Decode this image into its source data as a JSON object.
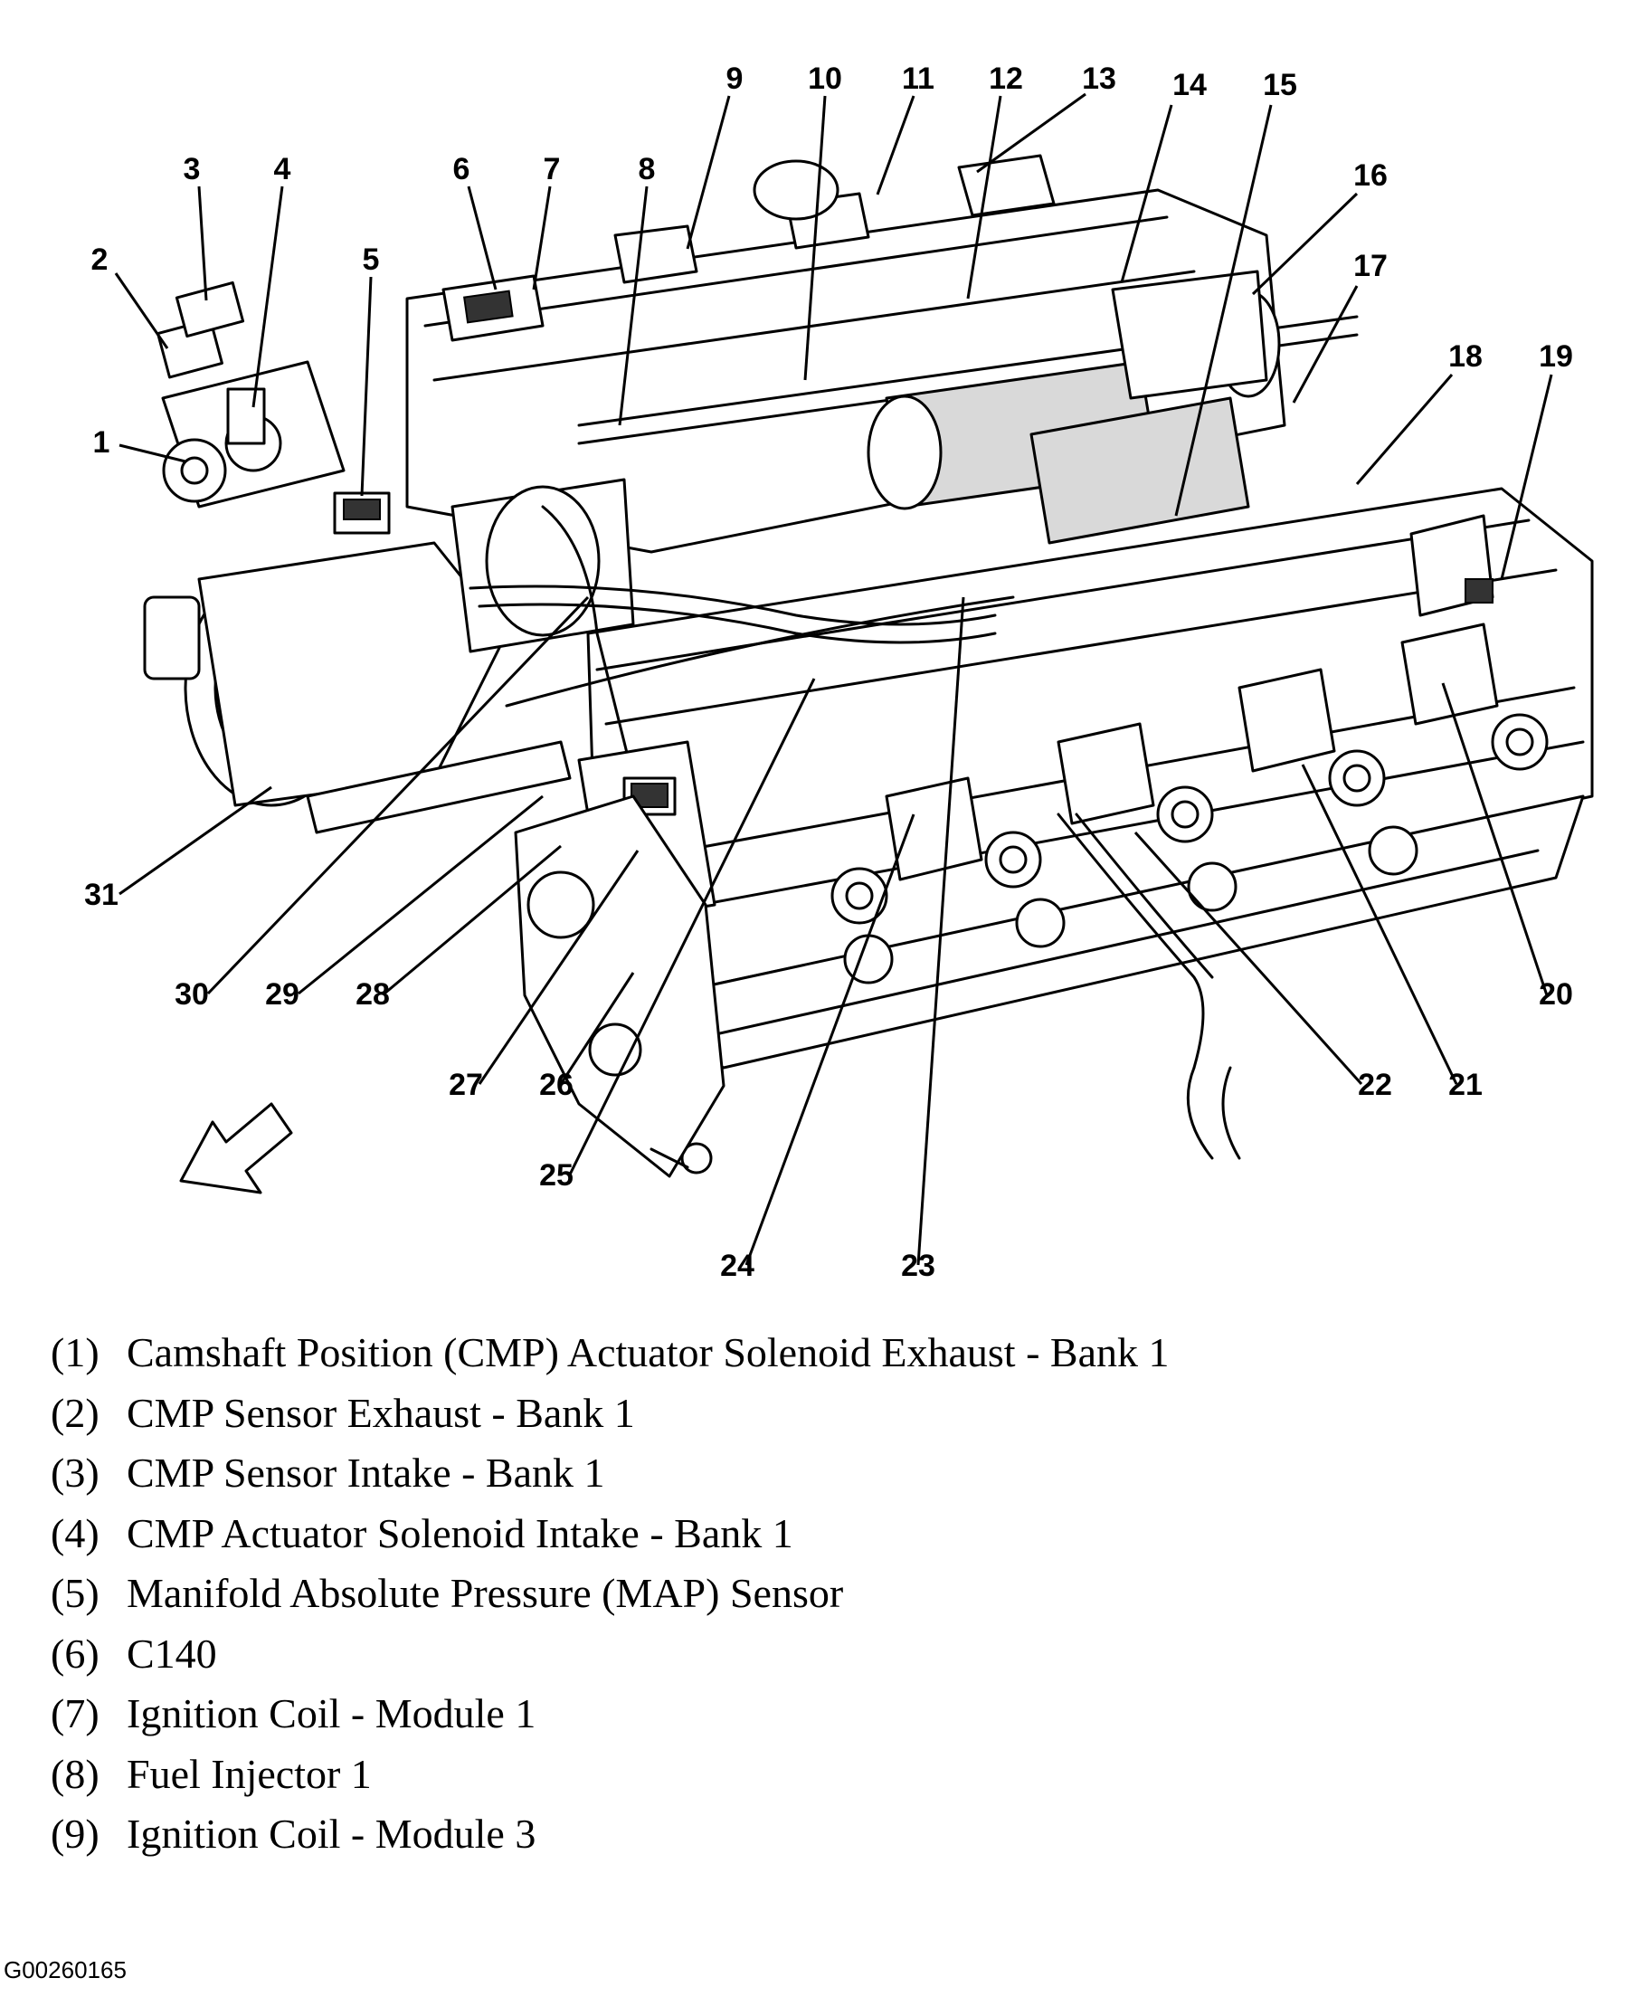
{
  "figure_id": "G00260165",
  "callouts": [
    "1",
    "2",
    "3",
    "4",
    "5",
    "6",
    "7",
    "8",
    "9",
    "10",
    "11",
    "12",
    "13",
    "14",
    "15",
    "16",
    "17",
    "18",
    "19",
    "20",
    "21",
    "22",
    "23",
    "24",
    "25",
    "26",
    "27",
    "28",
    "29",
    "30",
    "31"
  ],
  "legend": [
    {
      "num": "(1)",
      "text": "Camshaft Position (CMP) Actuator Solenoid Exhaust - Bank 1"
    },
    {
      "num": "(2)",
      "text": "CMP Sensor Exhaust - Bank 1"
    },
    {
      "num": "(3)",
      "text": "CMP Sensor Intake - Bank 1"
    },
    {
      "num": "(4)",
      "text": "CMP Actuator Solenoid Intake - Bank 1"
    },
    {
      "num": "(5)",
      "text": "Manifold Absolute Pressure (MAP) Sensor"
    },
    {
      "num": "(6)",
      "text": "C140"
    },
    {
      "num": "(7)",
      "text": "Ignition Coil - Module 1"
    },
    {
      "num": "(8)",
      "text": "Fuel Injector 1"
    },
    {
      "num": "(9)",
      "text": "Ignition Coil - Module 3"
    }
  ]
}
